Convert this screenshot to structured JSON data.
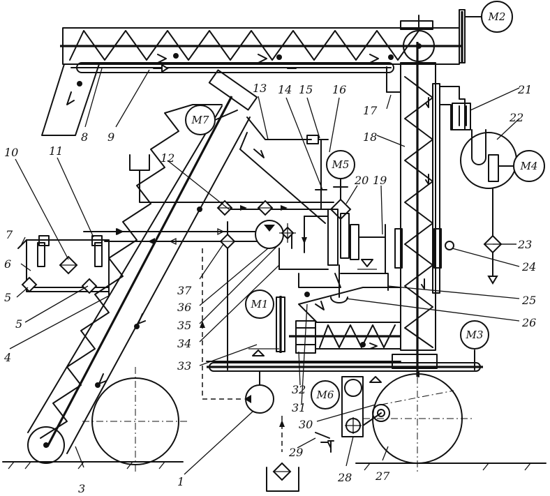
{
  "motors": [
    {
      "id": "m2",
      "label": "M2"
    },
    {
      "id": "m7",
      "label": "M7"
    },
    {
      "id": "m5",
      "label": "M5"
    },
    {
      "id": "m4",
      "label": "M4"
    },
    {
      "id": "m1",
      "label": "M1"
    },
    {
      "id": "m3",
      "label": "M3"
    },
    {
      "id": "m6",
      "label": "M6"
    }
  ],
  "labels": [
    "1",
    "3",
    "4",
    "5",
    "5",
    "6",
    "7",
    "8",
    "9",
    "10",
    "11",
    "12",
    "13",
    "14",
    "15",
    "16",
    "17",
    "18",
    "19",
    "20",
    "21",
    "22",
    "23",
    "24",
    "25",
    "26",
    "27",
    "28",
    "29",
    "30",
    "31",
    "32",
    "33",
    "34",
    "35",
    "36",
    "37"
  ]
}
